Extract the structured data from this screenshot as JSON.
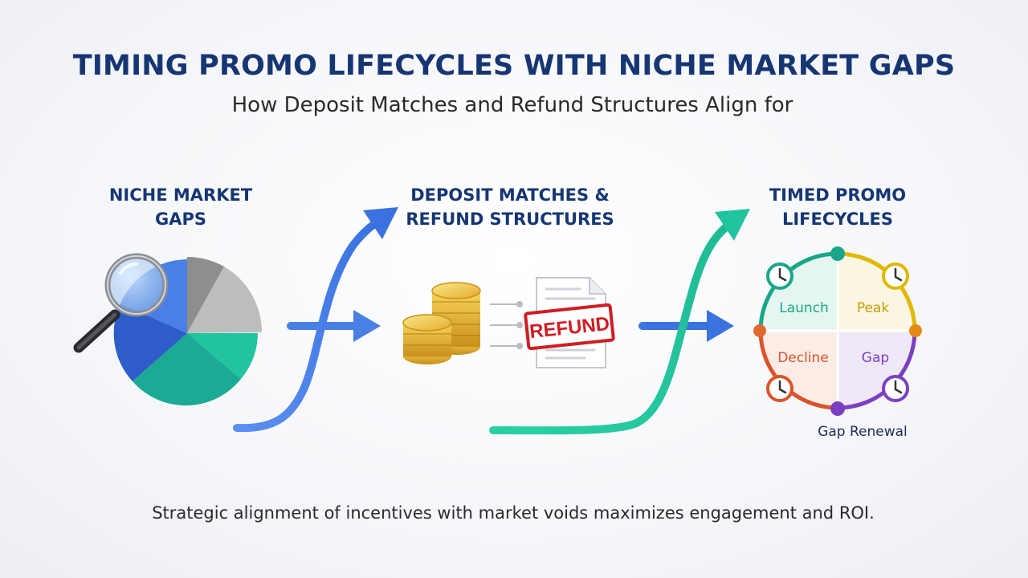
{
  "title": "TIMING PROMO LIFECYCLES WITH NICHE MARKET GAPS",
  "subtitle": "How Deposit Matches and Refund Structures Align for",
  "columns": [
    {
      "heading_line1": "NICHE MARKET",
      "heading_line2": "GAPS"
    },
    {
      "heading_line1": "DEPOSIT MATCHES &",
      "heading_line2": "REFUND STRUCTURES"
    },
    {
      "heading_line1": "TIMED PROMO",
      "heading_line2": "LIFECYCLES"
    }
  ],
  "refund_stamp": "REFUND",
  "lifecycle": {
    "quadrants": [
      {
        "label": "Launch",
        "color": "#1aa68a"
      },
      {
        "label": "Peak",
        "color": "#d9a400"
      },
      {
        "label": "Decline",
        "color": "#d9542b"
      },
      {
        "label": "Gap",
        "color": "#7a3fc2"
      }
    ],
    "renewal_label": "Gap Renewal"
  },
  "footer": "Strategic alignment of incentives with market voids maximizes engagement and ROI.",
  "colors": {
    "heading": "#163673",
    "blue_accent": "#4a7fe6",
    "teal_accent": "#22c4a0"
  },
  "icons": [
    "magnifier-icon",
    "pie-chart-icon",
    "coin-stack-icon",
    "document-icon",
    "clock-icon",
    "arrow-icon"
  ]
}
